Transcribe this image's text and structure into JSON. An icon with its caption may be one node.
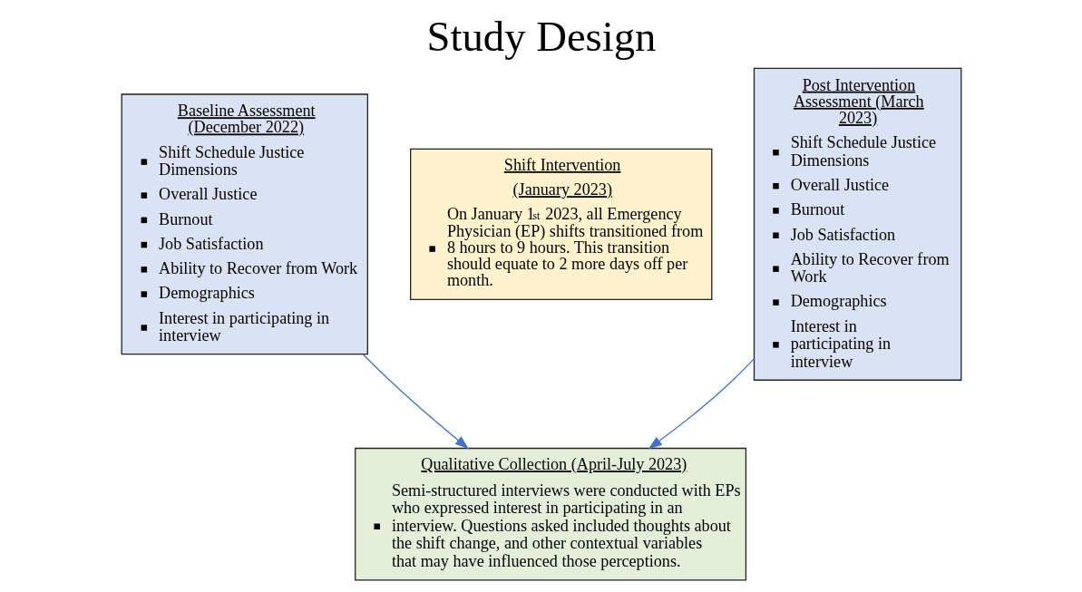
{
  "diagram": {
    "title": "Study Design",
    "nodes": [
      {
        "text": [
          "Baseline Assessment (December 2022)",
          "Shift Schedule Justice Dimensions",
          "Overall Justice",
          "Burnout",
          "Job Satisfaction",
          "Ability to Recover from Work",
          "Demographics",
          "Interest in participating in interview"
        ]
      },
      {
        "text": [
          "Shift Intervention",
          "(January 2023)",
          "On January 1$^{st}$ 2023, all Emergency Physician (EP) shifts transitioned from 8 hours to 9 hours. This transition should equate to 2 more days off per month."
        ]
      },
      {
        "text": [
          "Post Intervention Assessment (March 2023)",
          "Shift Schedule Justice Dimensions",
          "Overall Justice",
          "Burnout",
          "Job Satisfaction",
          "Ability to Recover from Work",
          "Demographics",
          "Interest in participating in interview"
        ]
      },
      {
        "text": [
          "Qualitative Collection (April-July 2023)",
          "Semi-structured interviews were conducted with EPs who expressed interest in participating in an interview. Questions asked included thoughts about the shift change, and other contextual variables that may have influenced those perceptions."
        ]
      }
    ],
    "edges": [
      {
        "from": 0,
        "to": 3,
        "arrow": "to"
      },
      {
        "from": 2,
        "to": 3,
        "arrow": "to"
      }
    ]
  }
}
